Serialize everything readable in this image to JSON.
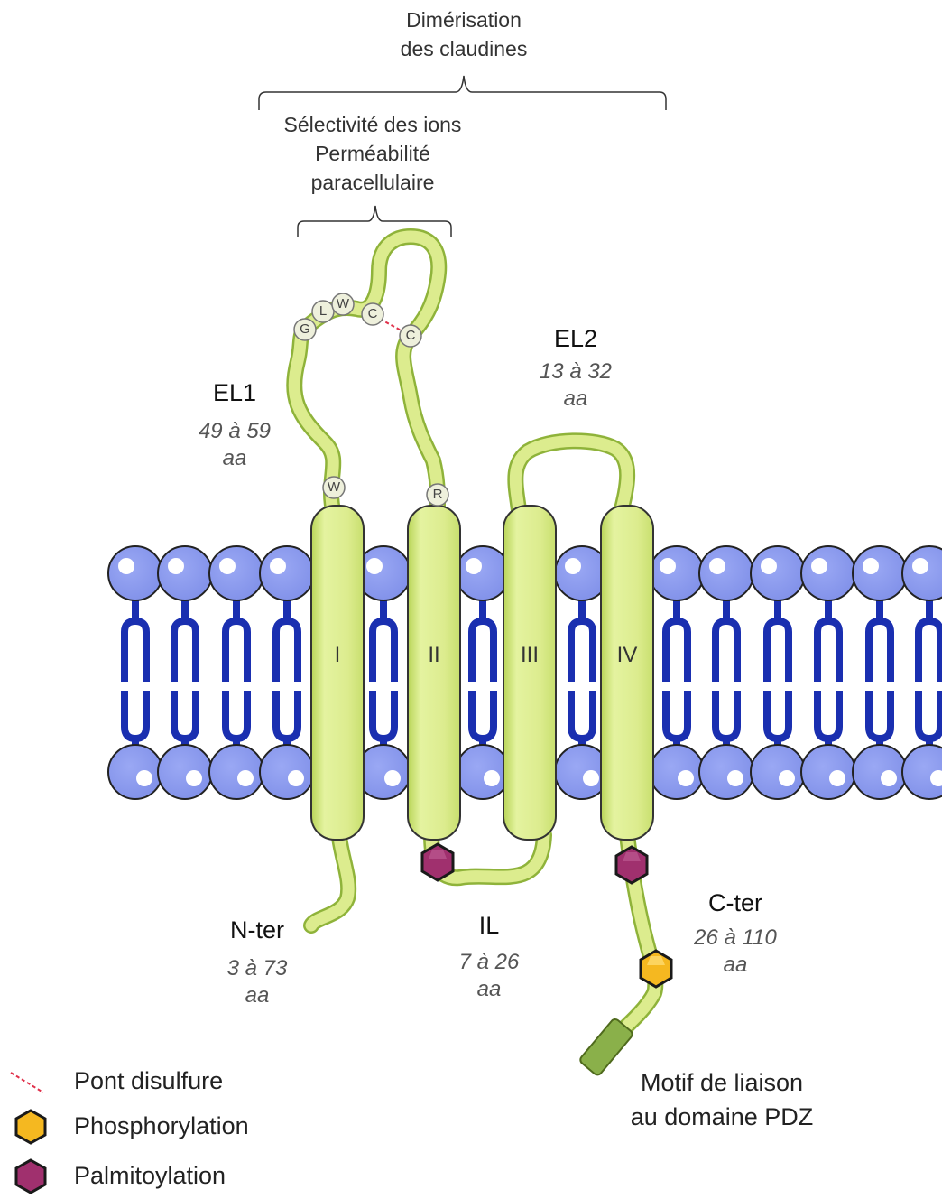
{
  "labels": {
    "dimerisation": [
      "Dimérisation",
      "des claudines"
    ],
    "selectivity": [
      "Sélectivité des ions",
      "Perméabilité",
      "paracellulaire"
    ],
    "el1": {
      "name": "EL1",
      "range": "49 à 59",
      "unit": "aa"
    },
    "el2": {
      "name": "EL2",
      "range": "13 à 32",
      "unit": "aa"
    },
    "nter": {
      "name": "N-ter",
      "range": "3 à 73",
      "unit": "aa"
    },
    "il": {
      "name": "IL",
      "range": "7 à 26",
      "unit": "aa"
    },
    "cter": {
      "name": "C-ter",
      "range": "26 à 110",
      "unit": "aa"
    },
    "pdz": [
      "Motif de liaison",
      "au domaine PDZ"
    ]
  },
  "helices": [
    "I",
    "II",
    "III",
    "IV"
  ],
  "residues": {
    "g": "G",
    "l": "L",
    "w1": "W",
    "c1": "C",
    "c2": "C",
    "w2": "W",
    "r": "R"
  },
  "legend": {
    "disulfide": "Pont disulfure",
    "phosphorylation": "Phosphorylation",
    "palmitoylation": "Palmitoylation"
  },
  "colors": {
    "helix": "#dcec8e",
    "helix_dark": "#8fb33a",
    "lipid_head": "#8a9af0",
    "lipid_tail": "#1a2fb0",
    "palmitoyl": "#a0306e",
    "phospho": "#f5b820",
    "pdz_motif": "#8ab04a"
  }
}
